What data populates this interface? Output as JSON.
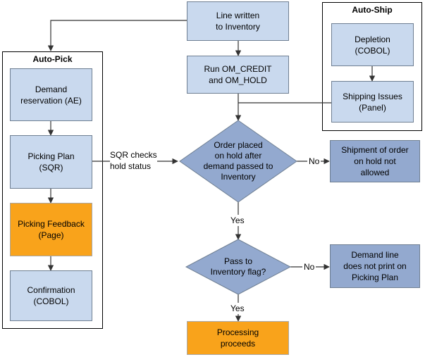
{
  "groups": {
    "auto_pick": "Auto-Pick",
    "auto_ship": "Auto-Ship"
  },
  "nodes": {
    "line_written": "Line written\nto Inventory",
    "run_om": "Run OM_CREDIT\nand OM_HOLD",
    "depletion": "Depletion\n(COBOL)",
    "shipping_issues": "Shipping Issues\n(Panel)",
    "demand_reservation": "Demand\nreservation (AE)",
    "picking_plan": "Picking Plan\n(SQR)",
    "picking_feedback": "Picking Feedback\n(Page)",
    "confirmation": "Confirmation\n(COBOL)",
    "decision_hold": "Order placed\non hold after\ndemand passed to\nInventory",
    "shipment_not_allowed": "Shipment of order\non hold not\nallowed",
    "decision_flag": "Pass to\nInventory flag?",
    "demand_not_print": "Demand line\ndoes not print on\nPicking Plan",
    "processing": "Processing\nproceeds"
  },
  "edges": {
    "sqr_checks": "SQR checks\nhold status",
    "no_1": "No",
    "yes_1": "Yes",
    "no_2": "No",
    "yes_2": "Yes"
  },
  "colors": {
    "light_blue": "#c9d9ee",
    "medium_blue": "#93a9cf",
    "orange": "#f9a31b",
    "line": "#333333"
  }
}
